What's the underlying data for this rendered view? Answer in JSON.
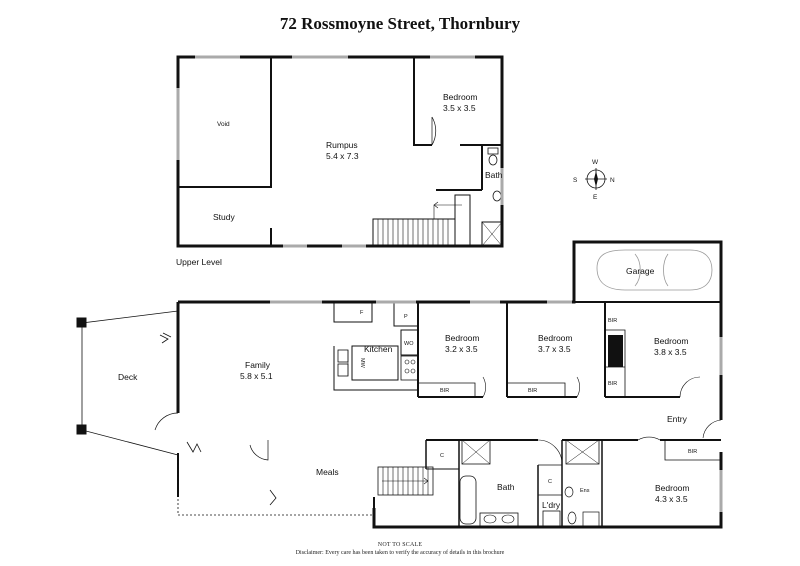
{
  "title": "72 Rossmoyne Street, Thornbury",
  "footer": {
    "scale_note": "NOT TO SCALE",
    "disclaimer": "Disclaimer: Every care has been taken to verify the accuracy of details in this brochure"
  },
  "upper": {
    "level_label": "Upper Level",
    "void": "Void",
    "rumpus": {
      "name": "Rumpus",
      "dims": "5.4 x 7.3"
    },
    "bedroom": {
      "name": "Bedroom",
      "dims": "3.5 x 3.5"
    },
    "bath": "Bath",
    "study": "Study"
  },
  "compass": {
    "n": "N",
    "s": "S",
    "e": "E",
    "w": "W"
  },
  "ground": {
    "garage": "Garage",
    "deck": "Deck",
    "family": {
      "name": "Family",
      "dims": "5.8 x 5.1"
    },
    "kitchen": "Kitchen",
    "fridge": "F",
    "pantry": "P",
    "wall_oven": "WO",
    "microwave": "MW",
    "bed1": {
      "name": "Bedroom",
      "dims": "3.2 x 3.5",
      "robe": "BIR"
    },
    "bed2": {
      "name": "Bedroom",
      "dims": "3.7 x 3.5",
      "robe": "BIR"
    },
    "bed3": {
      "name": "Bedroom",
      "dims": "3.8 x 3.5",
      "robe_top": "BIR",
      "robe_bottom": "BIR"
    },
    "entry": "Entry",
    "bed4": {
      "name": "Bedroom",
      "dims": "4.3 x 3.5",
      "robe": "BIR"
    },
    "ensuite": "Ens",
    "meals": "Meals",
    "bath": "Bath",
    "laundry": "L'dry",
    "cupboard1": "C",
    "cupboard2": "C"
  }
}
